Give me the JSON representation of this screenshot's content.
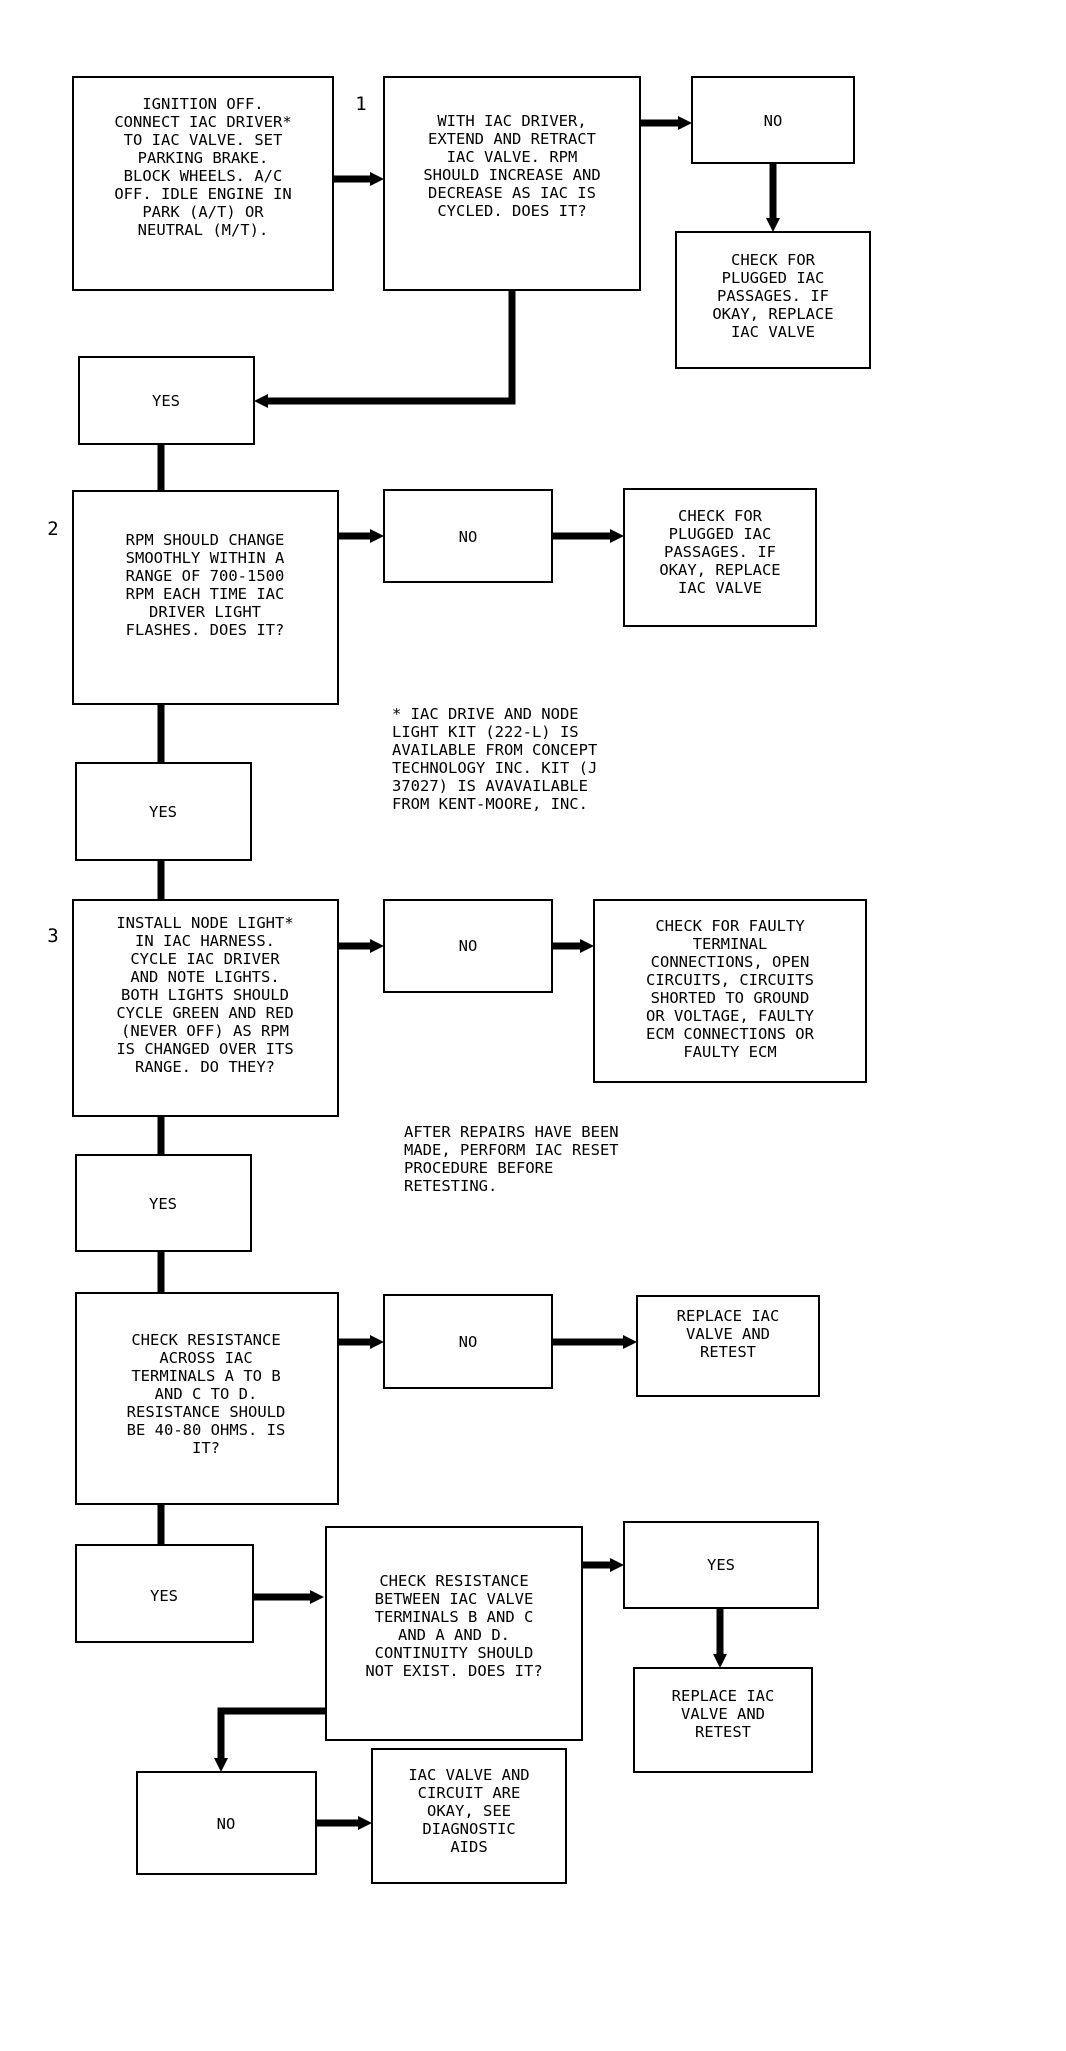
{
  "flow": {
    "step1": {
      "number": "1",
      "start_lines": [
        "IGNITION OFF.",
        "CONNECT IAC DRIVER*",
        "TO IAC VALVE. SET",
        "PARKING BRAKE.",
        "BLOCK WHEELS. A/C",
        "OFF. IDLE ENGINE IN",
        "PARK (A/T) OR",
        "NEUTRAL (M/T)."
      ],
      "question_lines": [
        "WITH IAC DRIVER,",
        "EXTEND AND RETRACT",
        "IAC VALVE. RPM",
        "SHOULD INCREASE AND",
        "DECREASE AS IAC IS",
        "CYCLED. DOES IT?"
      ],
      "no_label": "NO",
      "no_action_lines": [
        "CHECK FOR",
        "PLUGGED IAC",
        "PASSAGES. IF",
        "OKAY, REPLACE",
        "IAC VALVE"
      ],
      "yes_label": "YES"
    },
    "step2": {
      "number": "2",
      "question_lines": [
        "RPM SHOULD CHANGE",
        "SMOOTHLY WITHIN A",
        "RANGE OF 700-1500",
        "RPM EACH TIME IAC",
        "DRIVER LIGHT",
        "FLASHES. DOES IT?"
      ],
      "no_label": "NO",
      "no_action_lines": [
        "CHECK FOR",
        "PLUGGED IAC",
        "PASSAGES. IF",
        "OKAY, REPLACE",
        "IAC VALVE"
      ],
      "yes_label": "YES"
    },
    "footnote_lines": [
      "* IAC DRIVE AND NODE",
      "LIGHT KIT (222-L) IS",
      "AVAILABLE FROM CONCEPT",
      "TECHNOLOGY INC. KIT (J",
      "37027) IS AVAVAILABLE",
      "FROM KENT-MOORE, INC."
    ],
    "step3": {
      "number": "3",
      "question_lines": [
        "INSTALL NODE LIGHT*",
        "IN IAC HARNESS.",
        "CYCLE IAC DRIVER",
        "AND NOTE LIGHTS.",
        "BOTH LIGHTS SHOULD",
        "CYCLE GREEN AND RED",
        "(NEVER OFF) AS RPM",
        "IS CHANGED OVER ITS",
        "RANGE. DO THEY?"
      ],
      "no_label": "NO",
      "no_action_lines": [
        "CHECK FOR FAULTY",
        "TERMINAL",
        "CONNECTIONS, OPEN",
        "CIRCUITS, CIRCUITS",
        "SHORTED TO GROUND",
        "OR VOLTAGE, FAULTY",
        "ECM CONNECTIONS OR",
        "FAULTY ECM"
      ],
      "yes_label": "YES"
    },
    "repair_note_lines": [
      "AFTER REPAIRS HAVE BEEN",
      "MADE, PERFORM IAC RESET",
      "PROCEDURE BEFORE",
      "RETESTING."
    ],
    "step4": {
      "question_lines": [
        "CHECK RESISTANCE",
        "ACROSS IAC",
        "TERMINALS A TO B",
        "AND C TO D.",
        "RESISTANCE SHOULD",
        "BE 40-80 OHMS. IS",
        "IT?"
      ],
      "no_label": "NO",
      "no_action_lines": [
        "REPLACE IAC",
        "VALVE AND",
        "RETEST"
      ],
      "yes_label": "YES"
    },
    "step5": {
      "question_lines": [
        "CHECK RESISTANCE",
        "BETWEEN IAC VALVE",
        "TERMINALS B AND C",
        "AND A AND D.",
        "CONTINUITY SHOULD",
        "NOT EXIST. DOES IT?"
      ],
      "yes_label": "YES",
      "yes_action_lines": [
        "REPLACE IAC",
        "VALVE AND",
        "RETEST"
      ],
      "no_label": "NO",
      "no_action_lines": [
        "IAC VALVE AND",
        "CIRCUIT ARE",
        "OKAY, SEE",
        "DIAGNOSTIC",
        "AIDS"
      ]
    }
  }
}
